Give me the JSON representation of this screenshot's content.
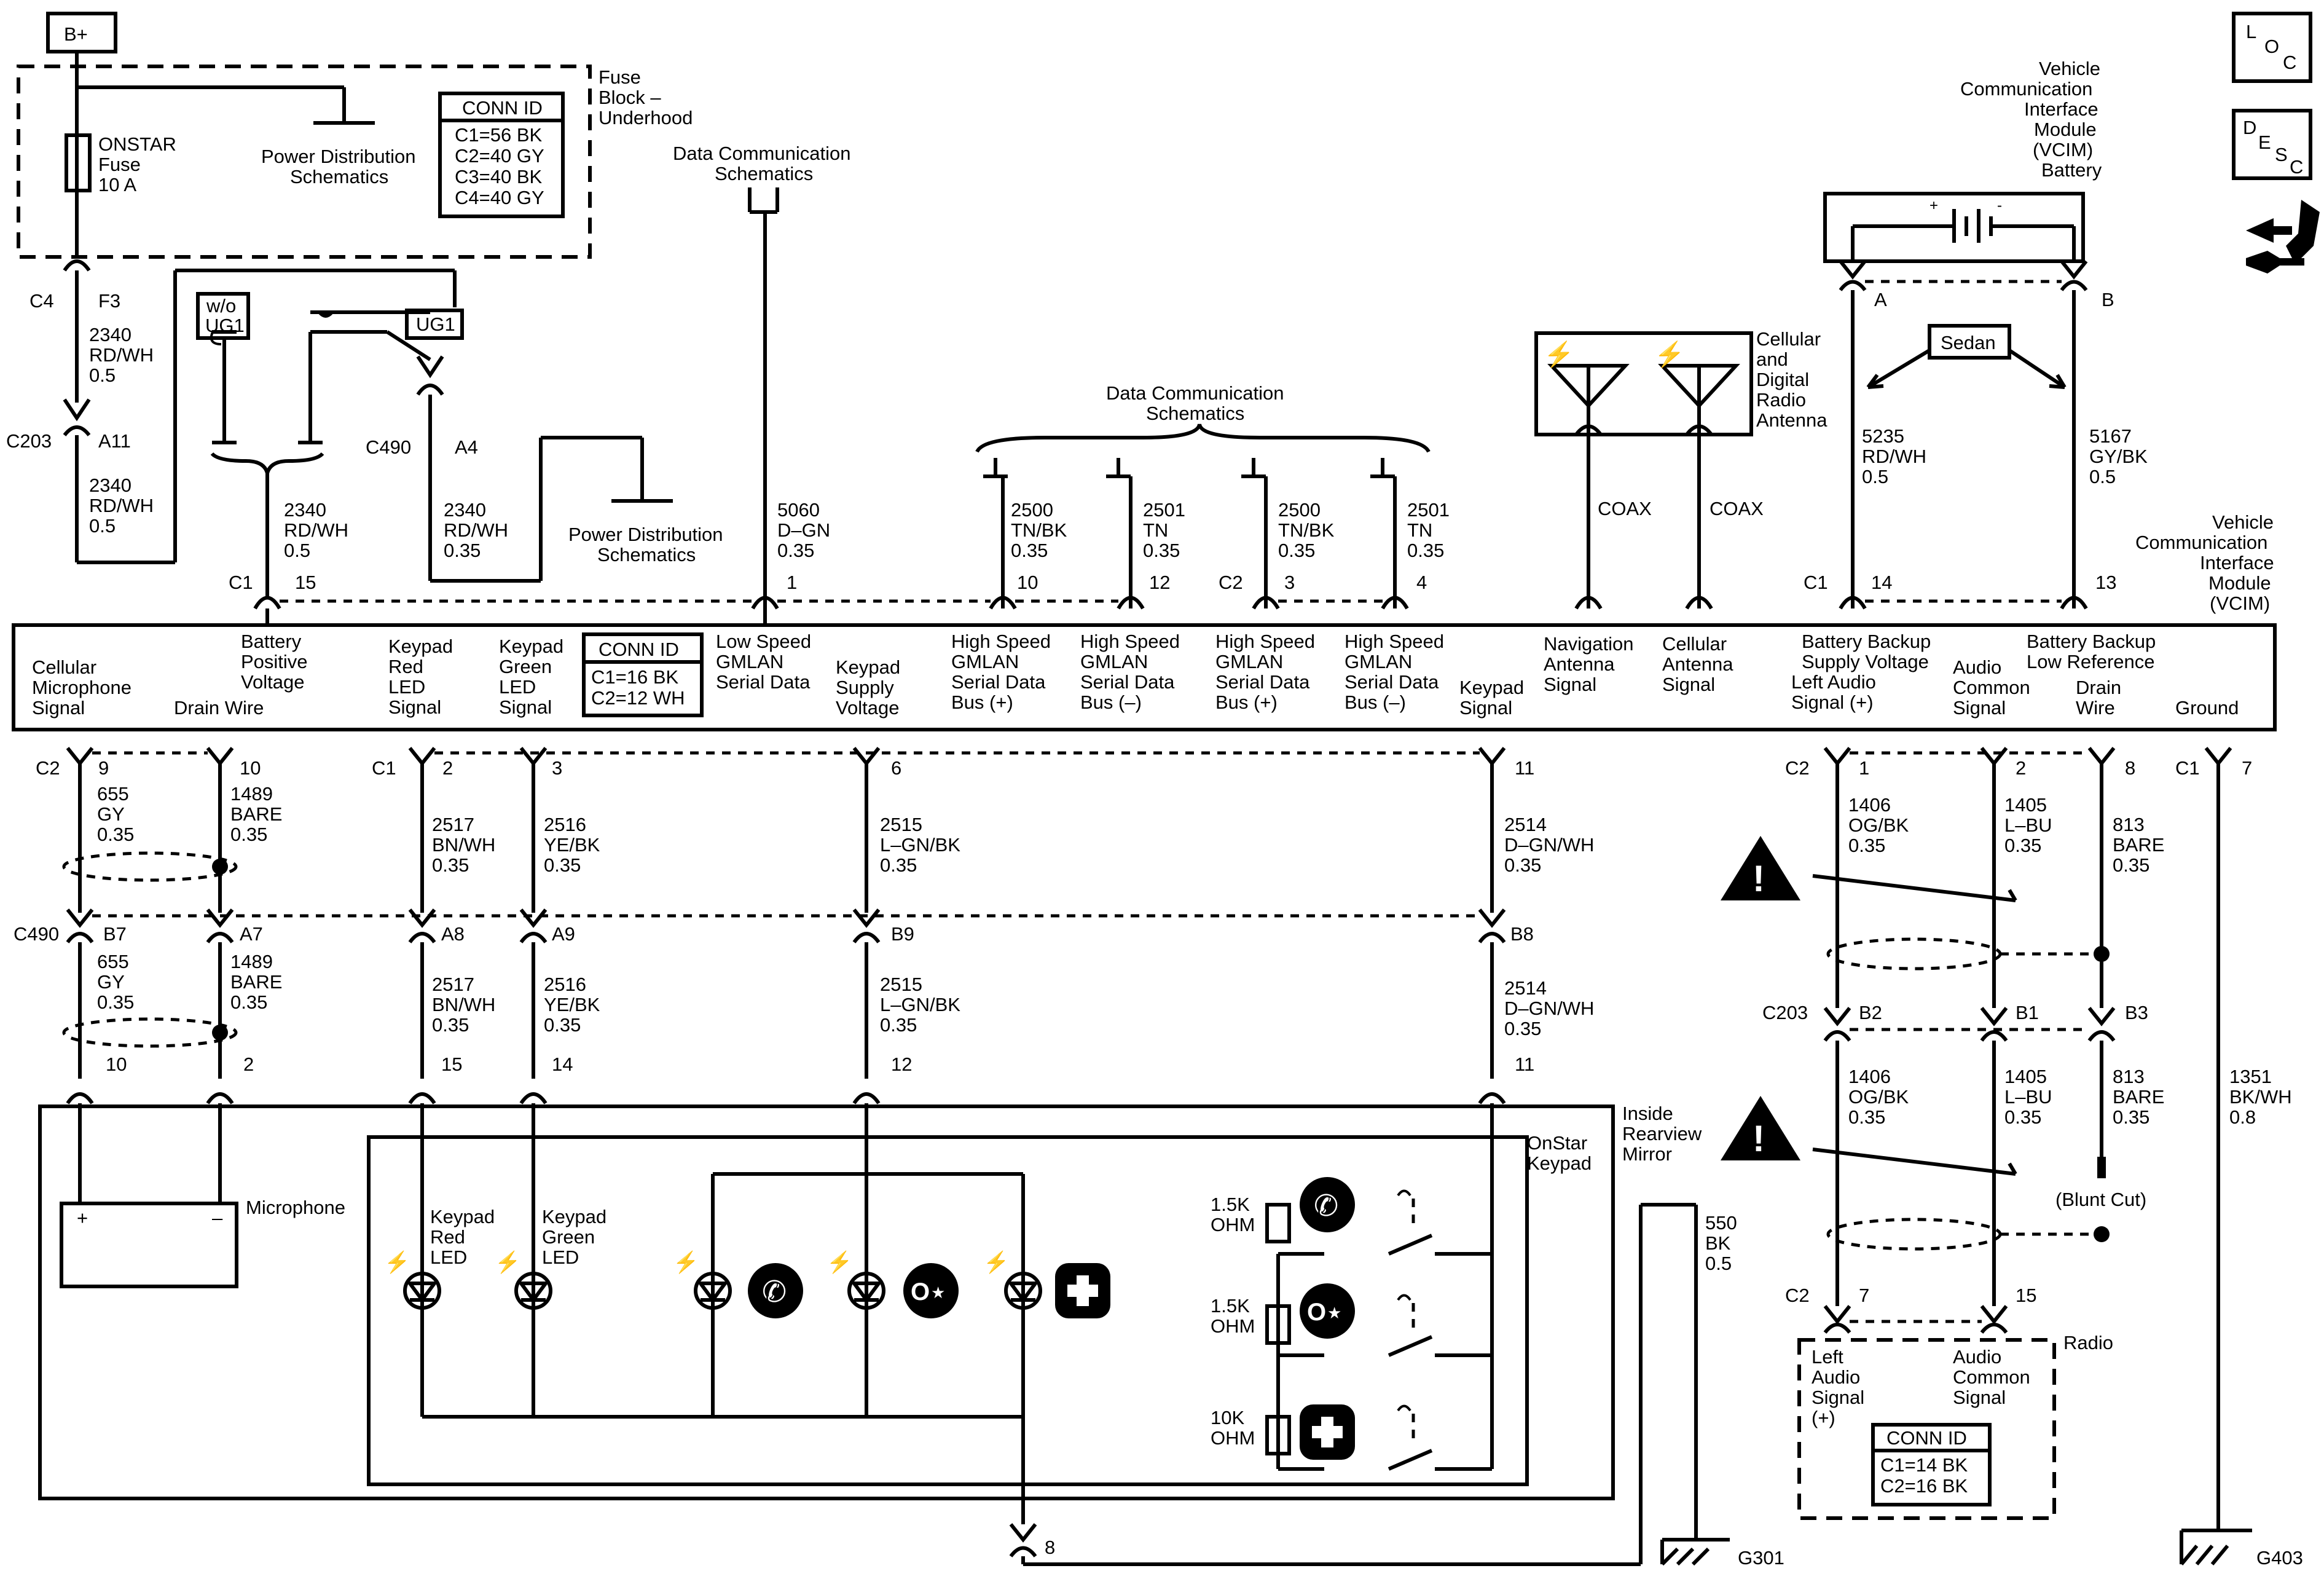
{
  "top": {
    "b_plus": "B+",
    "fuse_block": [
      "Fuse",
      "Block –",
      "Underhood"
    ],
    "fuse_name": [
      "ONSTAR",
      "Fuse",
      "10 A"
    ],
    "power_dist": [
      "Power Distribution",
      "Schematics"
    ],
    "conn_id": {
      "title": "CONN ID",
      "rows": [
        "C1=56 BK",
        "C2=40 GY",
        "C3=40 BK",
        "C4=40 GY"
      ]
    },
    "data_comm": [
      "Data Communication",
      "Schematics"
    ],
    "data_comm2": [
      "Data Communication",
      "Schematics"
    ],
    "power_dist2": [
      "Power Distribution",
      "Schematics"
    ],
    "wo_ug1": [
      "w/o",
      "UG1"
    ],
    "ug1": "UG1"
  },
  "connectors": {
    "c4": "C4",
    "f3": "F3",
    "c203": "C203",
    "a11": "A11",
    "c490": "C490",
    "a4": "A4",
    "c1_15": "C1",
    "p15": "15",
    "p1": "1",
    "p10": "10",
    "p12": "12",
    "c2_3": "C2",
    "p3": "3",
    "p4": "4",
    "c1_14": "C1",
    "p14": "14",
    "p13": "13",
    "a": "A",
    "b": "B"
  },
  "wires_top": [
    [
      "2340",
      "RD/WH",
      "0.5"
    ],
    [
      "2340",
      "RD/WH",
      "0.5"
    ],
    [
      "2340",
      "RD/WH",
      "0.5"
    ],
    [
      "2340",
      "RD/WH",
      "0.35"
    ],
    [
      "5060",
      "D–GN",
      "0.35"
    ],
    [
      "2500",
      "TN/BK",
      "0.35"
    ],
    [
      "2501",
      "TN",
      "0.35"
    ],
    [
      "2500",
      "TN/BK",
      "0.35"
    ],
    [
      "2501",
      "TN",
      "0.35"
    ],
    [
      "5235",
      "RD/WH",
      "0.5"
    ],
    [
      "5167",
      "GY/BK",
      "0.5"
    ]
  ],
  "coax": [
    "COAX",
    "COAX"
  ],
  "antenna": [
    "Cellular",
    "and",
    "Digital",
    "Radio",
    "Antenna"
  ],
  "battery": [
    "Vehicle",
    "Communication",
    "Interface",
    "Module",
    "(VCIM)",
    "Battery"
  ],
  "sedan": "Sedan",
  "vcim": [
    "Vehicle",
    "Communication",
    "Interface",
    "Module",
    "(VCIM)"
  ],
  "icons": {
    "loc": [
      "L",
      "O",
      "C"
    ],
    "desc": [
      "D",
      "E",
      "S",
      "C"
    ]
  },
  "module_labels": [
    [
      "Cellular",
      "Microphone",
      "Signal"
    ],
    [
      "Battery",
      "Positive",
      "Voltage"
    ],
    [
      "Drain Wire"
    ],
    [
      "Keypad",
      "Red",
      "LED",
      "Signal"
    ],
    [
      "Keypad",
      "Green",
      "LED",
      "Signal"
    ],
    [
      "Low Speed",
      "GMLAN",
      "Serial Data"
    ],
    [
      "Keypad",
      "Supply",
      "Voltage"
    ],
    [
      "High Speed",
      "GMLAN",
      "Serial Data",
      "Bus (+)"
    ],
    [
      "High Speed",
      "GMLAN",
      "Serial Data",
      "Bus (–)"
    ],
    [
      "High Speed",
      "GMLAN",
      "Serial Data",
      "Bus (+)"
    ],
    [
      "High Speed",
      "GMLAN",
      "Serial Data",
      "Bus (–)"
    ],
    [
      "Keypad",
      "Signal"
    ],
    [
      "Navigation",
      "Antenna",
      "Signal"
    ],
    [
      "Cellular",
      "Antenna",
      "Signal"
    ],
    [
      "Battery Backup",
      "Supply Voltage",
      "Left Audio",
      "Signal (+)"
    ],
    [
      "Audio",
      "Common",
      "Signal"
    ],
    [
      "Battery Backup",
      "Low Reference",
      "Drain",
      "Wire"
    ],
    [
      "Ground"
    ]
  ],
  "module_conn": {
    "title": "CONN ID",
    "rows": [
      "C1=16 BK",
      "C2=12 WH"
    ]
  },
  "pins_row1": {
    "c2": "C2",
    "p9": "9",
    "p10": "10",
    "c1": "C1",
    "p2": "2",
    "p3": "3",
    "p6": "6",
    "p11": "11",
    "c2r": "C2",
    "p1": "1",
    "p2r": "2",
    "p8": "8",
    "c1r": "C1",
    "p7": "7"
  },
  "wires_mid": [
    [
      "655",
      "GY",
      "0.35"
    ],
    [
      "1489",
      "BARE",
      "0.35"
    ],
    [
      "2517",
      "BN/WH",
      "0.35"
    ],
    [
      "2516",
      "YE/BK",
      "0.35"
    ],
    [
      "2515",
      "L–GN/BK",
      "0.35"
    ],
    [
      "2514",
      "D–GN/WH",
      "0.35"
    ],
    [
      "1406",
      "OG/BK",
      "0.35"
    ],
    [
      "1405",
      "L–BU",
      "0.35"
    ],
    [
      "813",
      "BARE",
      "0.35"
    ]
  ],
  "pins_row2": {
    "c490": "C490",
    "b7": "B7",
    "a7": "A7",
    "a8": "A8",
    "a9": "A9",
    "b9": "B9",
    "b8": "B8",
    "c203": "C203",
    "b2": "B2",
    "b1": "B1",
    "b3": "B3"
  },
  "wires_low": [
    [
      "655",
      "GY",
      "0.35"
    ],
    [
      "1489",
      "BARE",
      "0.35"
    ],
    [
      "2517",
      "BN/WH",
      "0.35"
    ],
    [
      "2516",
      "YE/BK",
      "0.35"
    ],
    [
      "2515",
      "L–GN/BK",
      "0.35"
    ],
    [
      "2514",
      "D–GN/WH",
      "0.35"
    ],
    [
      "1406",
      "OG/BK",
      "0.35"
    ],
    [
      "1405",
      "L–BU",
      "0.35"
    ],
    [
      "813",
      "BARE",
      "0.35"
    ],
    [
      "1351",
      "BK/WH",
      "0.8"
    ]
  ],
  "pins_row3": {
    "p10": "10",
    "p2": "2",
    "p15": "15",
    "p14": "14",
    "p12": "12",
    "p11": "11",
    "p8": "8",
    "c2": "C2",
    "p7": "7",
    "p15r": "15"
  },
  "mirror": [
    "Inside",
    "Rearview",
    "Mirror"
  ],
  "keypad": [
    "OnStar",
    "Keypad"
  ],
  "microphone": "Microphone",
  "mic_plus": "+",
  "mic_minus": "–",
  "led_red": [
    "Keypad",
    "Red",
    "LED"
  ],
  "led_green": [
    "Keypad",
    "Green",
    "LED"
  ],
  "ohm": [
    [
      "1.5K",
      "OHM"
    ],
    [
      "1.5K",
      "OHM"
    ],
    [
      "10K",
      "OHM"
    ]
  ],
  "wire_550": [
    "550",
    "BK",
    "0.5"
  ],
  "blunt_cut": "(Blunt Cut)",
  "radio": "Radio",
  "radio_labels": [
    [
      "Left",
      "Audio",
      "Signal",
      "(+)"
    ],
    [
      "Audio",
      "Common",
      "Signal"
    ]
  ],
  "radio_conn": {
    "title": "CONN ID",
    "rows": [
      "C1=14 BK",
      "C2=16 BK"
    ]
  },
  "grounds": [
    "G301",
    "G403"
  ]
}
